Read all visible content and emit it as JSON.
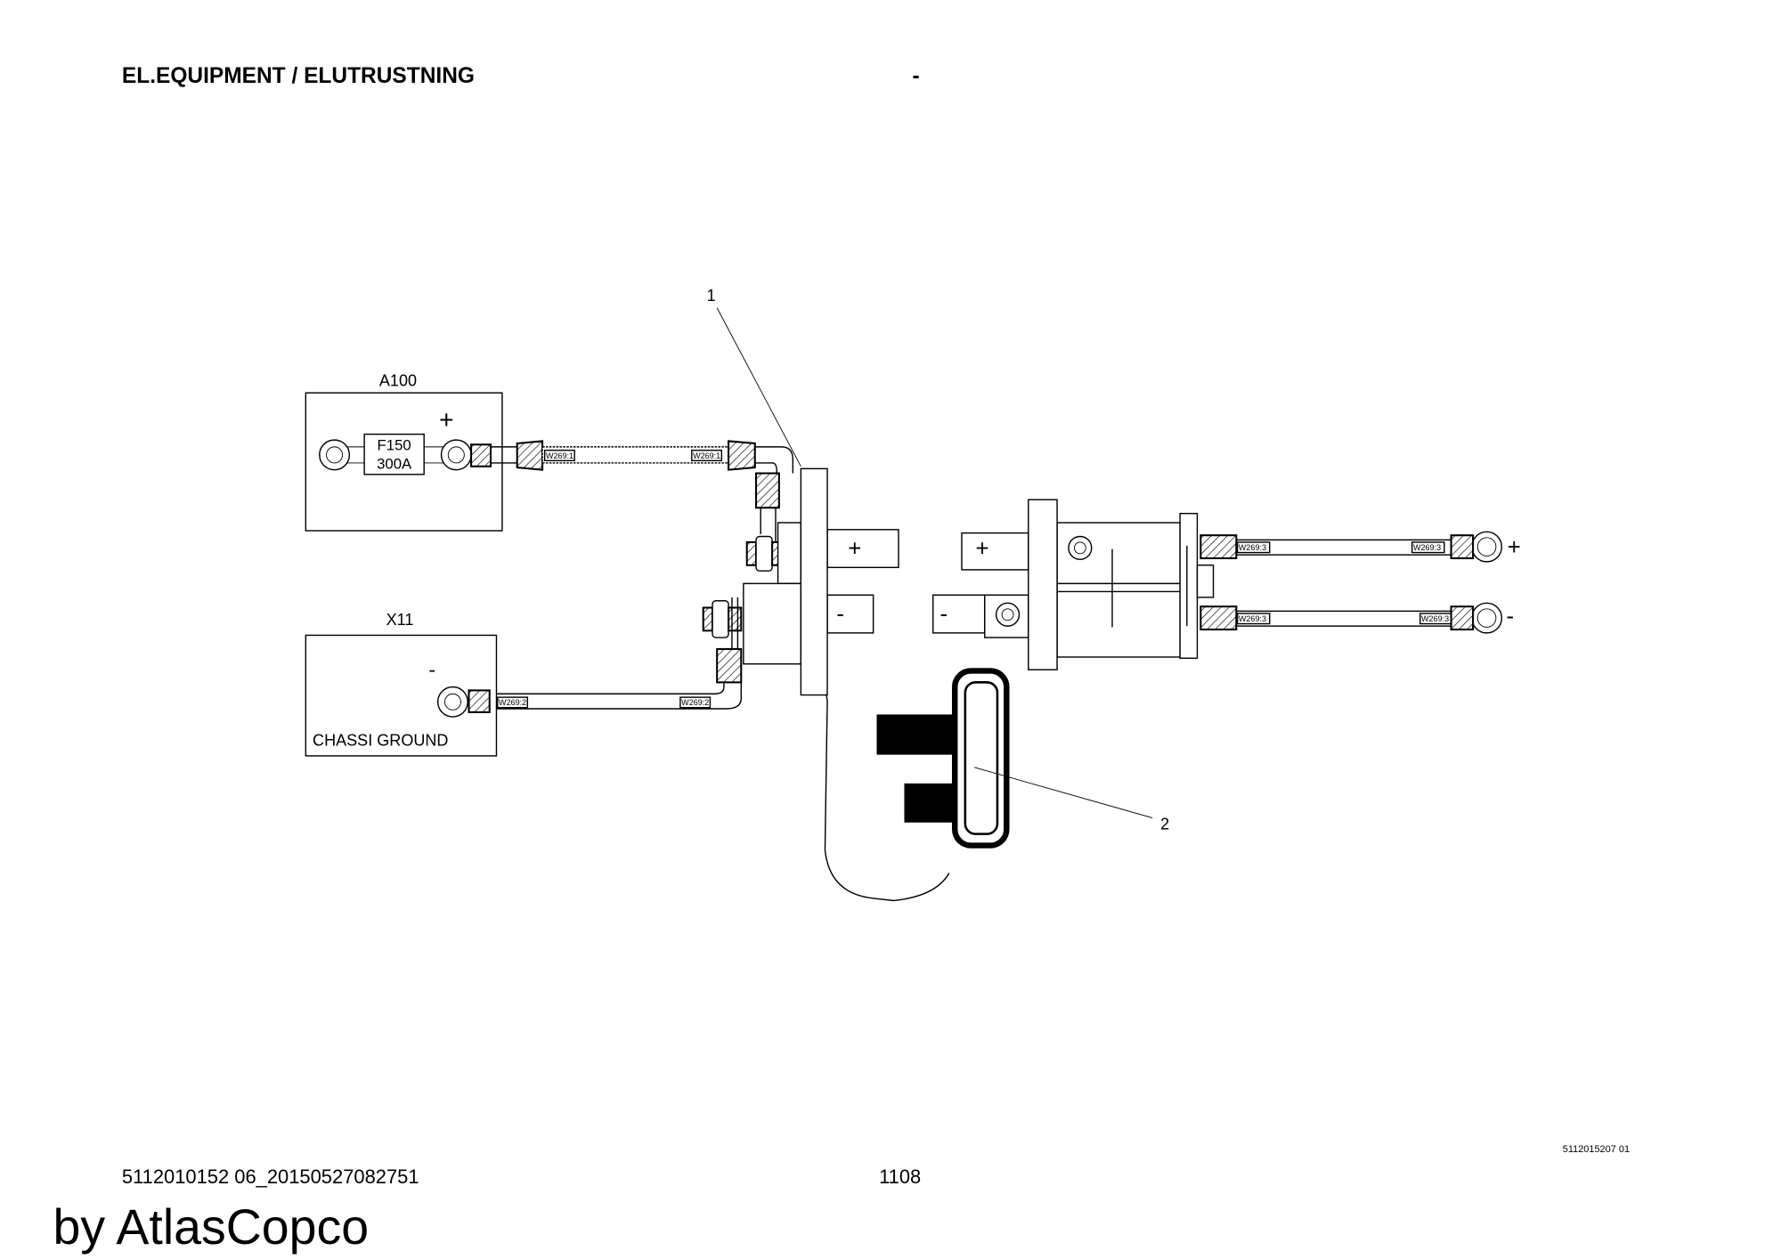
{
  "header": {
    "title": "EL.EQUIPMENT / ELUTRUSTNING",
    "dash": "-"
  },
  "diagram": {
    "callout_1": "1",
    "callout_2": "2",
    "a100": {
      "label": "A100",
      "plus": "+",
      "fuse_line1": "F150",
      "fuse_line2": "300A"
    },
    "x11": {
      "label": "X11",
      "minus": "-",
      "ground": "CHASSI GROUND"
    },
    "cable_w1": "W269:1",
    "cable_w2": "W269:2",
    "cable_w3": "W269:3",
    "plus": "+",
    "minus": "-"
  },
  "footer": {
    "drawing_number": "5112015207 01",
    "doc_id": "5112010152 06_20150527082751",
    "page": "1108",
    "watermark": "by AtlasCopco"
  }
}
